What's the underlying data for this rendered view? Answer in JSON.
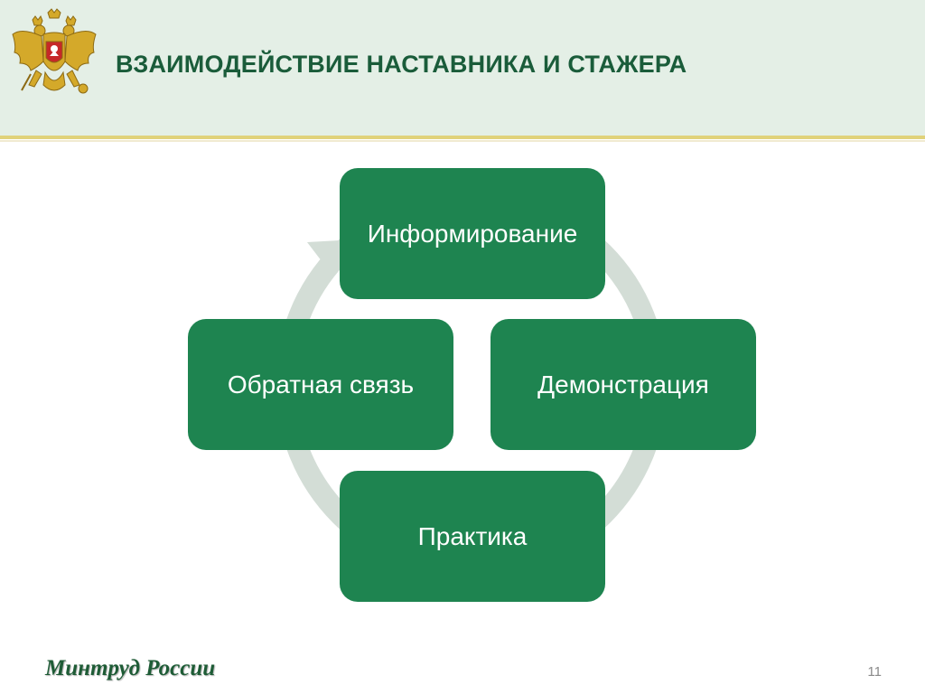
{
  "slide": {
    "title": "ВЗАИМОДЕЙСТВИЕ НАСТАВНИКА И СТАЖЕРА",
    "page_number": "11",
    "footer_brand": "Минтруд России"
  },
  "diagram": {
    "type": "cycle",
    "nodes": [
      {
        "label": "Информирование"
      },
      {
        "label": "Демонстрация"
      },
      {
        "label": "Практика"
      },
      {
        "label": "Обратная связь"
      }
    ]
  },
  "icons": {
    "emblem": "russian-coat-of-arms-icon",
    "cycle_arrow": "circular-arrow-icon"
  },
  "colors": {
    "header_bg": "#e4efe6",
    "header_rule": "#e0d27a",
    "title": "#1a5c3a",
    "node_fill": "#1e8450",
    "node_text": "#ffffff",
    "arrow_ring": "#d3ddd6",
    "footer_brand": "#1e5c36"
  }
}
